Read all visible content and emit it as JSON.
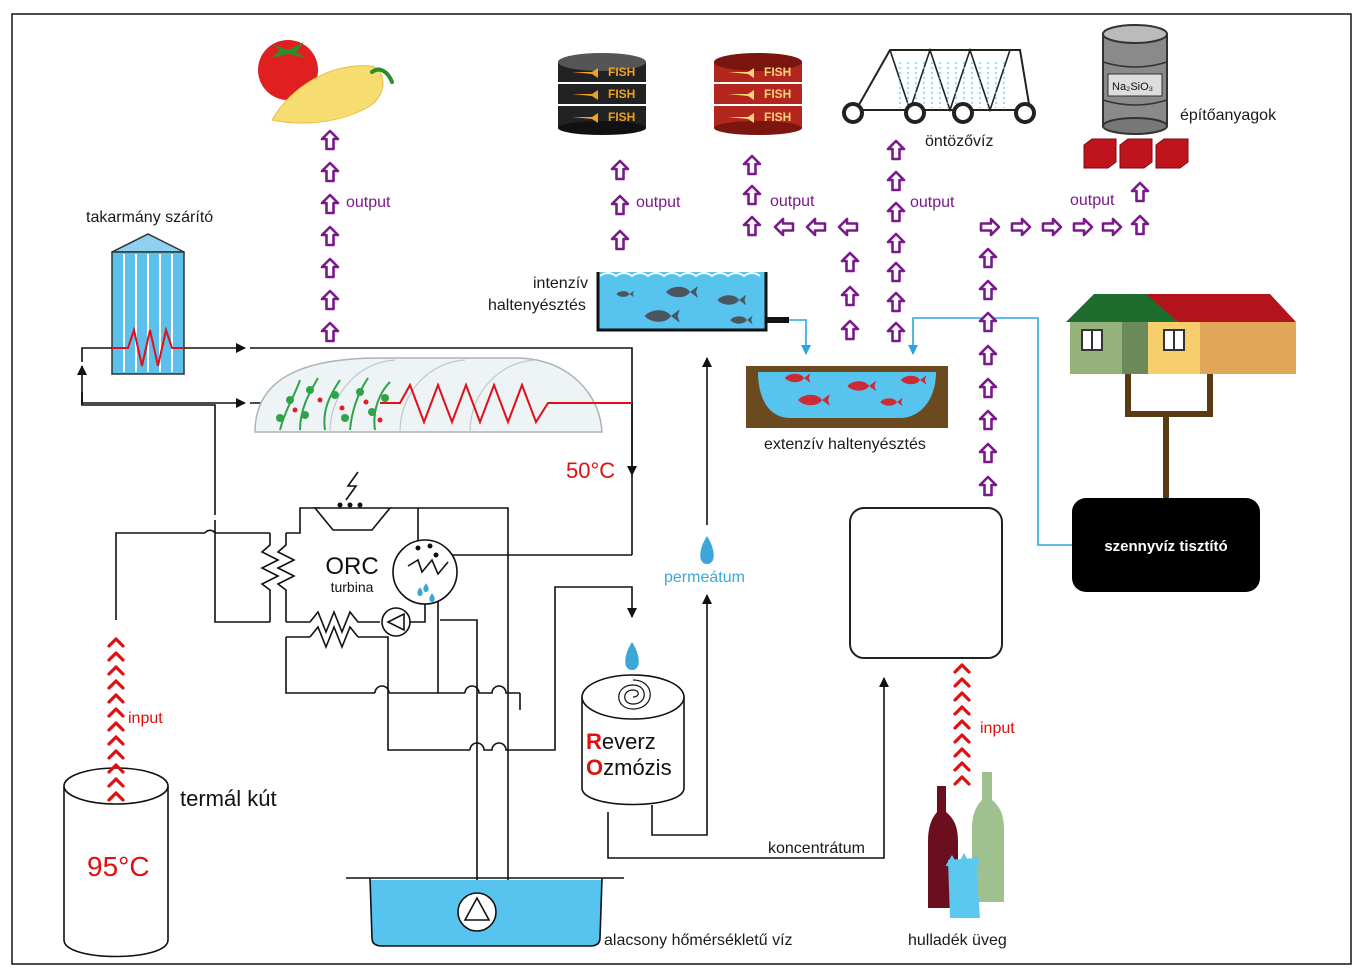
{
  "labels": {
    "dryer": "takarmány szárító",
    "intensive_fish": [
      "intenzív",
      "haltenyésztés"
    ],
    "extensive_fish": "extenzív haltenyésztés",
    "irrigation": "öntözővíz",
    "building": "építőanyagok",
    "chemical": "Na₂SiO₃",
    "temp_50": "50°C",
    "temp_95": "95°C",
    "thermal_well": "termál kút",
    "orc": "ORC",
    "turbine": "turbina",
    "permeate": "permeátum",
    "concentrate": "koncentrátum",
    "low_temp_water": "alacsony hőmérsékletű víz",
    "waste_glass": "hulladék üveg",
    "wastewater": "szennyvíz tisztító",
    "output": "output",
    "input": "input"
  },
  "ro": {
    "line1_initial": "R",
    "line1_rest": "everz",
    "line2_initial": "O",
    "line2_rest": "zmózis"
  },
  "cans": [
    "FISH",
    "FISH",
    "FISH"
  ],
  "colors": {
    "output_arrow": "#7a1a8a",
    "input_arrow": "#e01010",
    "water": "#56c4ef",
    "pipe": "#111111",
    "blue_pipe": "#2aa6dd",
    "fish": "#cc2a35"
  }
}
